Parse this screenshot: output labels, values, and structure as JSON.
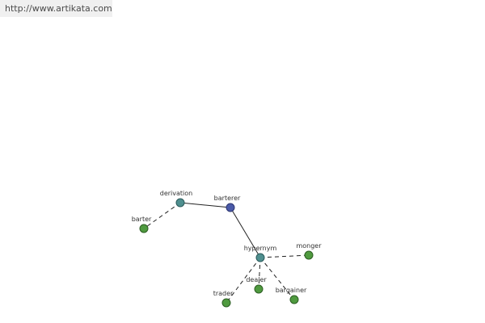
{
  "banner": {
    "url_text": "http://www.artikata.com"
  },
  "graph": {
    "nodes": {
      "barterer": {
        "label": "barterer",
        "color": "#4a5aa8",
        "stroke": "#2c3570"
      },
      "derivation": {
        "label": "derivation",
        "color": "#4f8f8f",
        "stroke": "#2b5a5a"
      },
      "barter": {
        "label": "barter",
        "color": "#4f9a3f",
        "stroke": "#2d5e23"
      },
      "hypernym": {
        "label": "hypernym",
        "color": "#4f8f8f",
        "stroke": "#2b5a5a"
      },
      "monger": {
        "label": "monger",
        "color": "#4f9a3f",
        "stroke": "#2d5e23"
      },
      "trader": {
        "label": "trader",
        "color": "#4f9a3f",
        "stroke": "#2d5e23"
      },
      "dealer": {
        "label": "dealer",
        "color": "#4f9a3f",
        "stroke": "#2d5e23"
      },
      "bargainer": {
        "label": "bargainer",
        "color": "#4f9a3f",
        "stroke": "#2d5e23"
      }
    },
    "edges": [
      {
        "from": "barterer",
        "to": "derivation",
        "style": "solid"
      },
      {
        "from": "barterer",
        "to": "hypernym",
        "style": "solid"
      },
      {
        "from": "derivation",
        "to": "barter",
        "style": "dashed"
      },
      {
        "from": "hypernym",
        "to": "monger",
        "style": "dashed"
      },
      {
        "from": "hypernym",
        "to": "trader",
        "style": "dashed"
      },
      {
        "from": "hypernym",
        "to": "dealer",
        "style": "dashed"
      },
      {
        "from": "hypernym",
        "to": "bargainer",
        "style": "dashed"
      }
    ]
  }
}
